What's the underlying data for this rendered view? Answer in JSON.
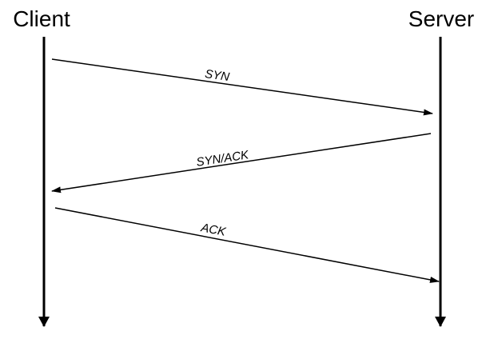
{
  "diagram": {
    "type": "sequence",
    "actors": [
      {
        "label": "Client"
      },
      {
        "label": "Server"
      }
    ],
    "messages": [
      {
        "label": "SYN",
        "from": "Client",
        "to": "Server"
      },
      {
        "label": "SYN/ACK",
        "from": "Server",
        "to": "Client"
      },
      {
        "label": "ACK",
        "from": "Client",
        "to": "Server"
      }
    ]
  },
  "colors": {
    "line": "#000000",
    "background": "#ffffff"
  }
}
